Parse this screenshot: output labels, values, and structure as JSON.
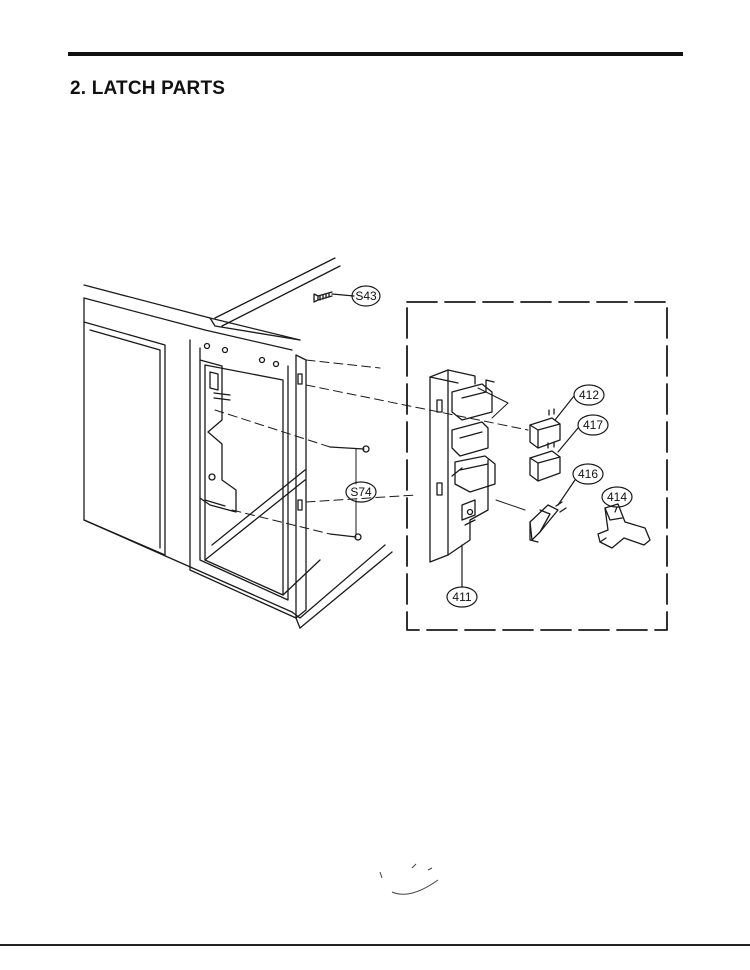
{
  "header": {
    "title": "2. LATCH PARTS"
  },
  "callouts": {
    "screw_top": "S43",
    "screw_pair": "S74",
    "latch_body": "411",
    "switch_upper": "412",
    "switch_middle": "417",
    "switch_lower": "416",
    "lever": "414"
  }
}
